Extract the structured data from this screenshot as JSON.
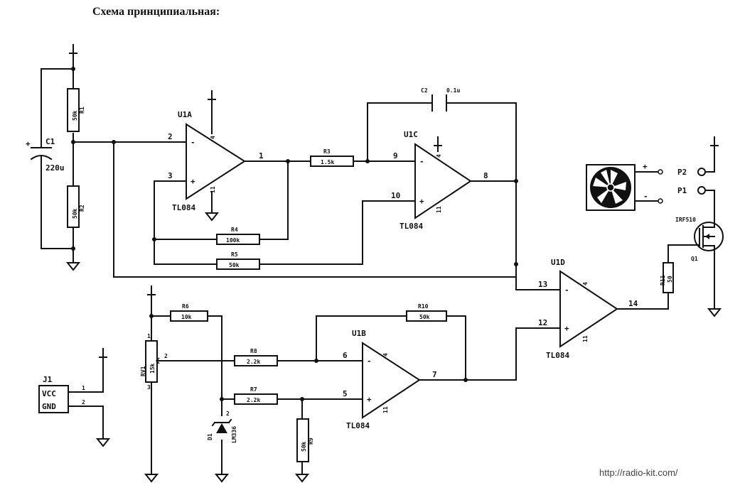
{
  "title": "Схема принципиальная:",
  "footer_url": "http://radio-kit.com/",
  "opamps": [
    {
      "ref": "U1A",
      "type": "TL084",
      "in_minus": "2",
      "in_plus": "3",
      "out": "1"
    },
    {
      "ref": "U1C",
      "type": "TL084",
      "in_minus": "9",
      "in_plus": "10",
      "out": "8"
    },
    {
      "ref": "U1B",
      "type": "TL084",
      "in_minus": "6",
      "in_plus": "5",
      "out": "7"
    },
    {
      "ref": "U1D",
      "type": "TL084",
      "in_minus": "13",
      "in_plus": "12",
      "out": "14"
    }
  ],
  "opamp_supply_pins": {
    "pos": "4",
    "neg": "11"
  },
  "resistors": [
    {
      "ref": "R1",
      "value": "50k"
    },
    {
      "ref": "R2",
      "value": "50k"
    },
    {
      "ref": "R3",
      "value": "1.5k"
    },
    {
      "ref": "R4",
      "value": "100k"
    },
    {
      "ref": "R5",
      "value": "50k"
    },
    {
      "ref": "R6",
      "value": "10k"
    },
    {
      "ref": "R8",
      "value": "2.2k"
    },
    {
      "ref": "R7",
      "value": "2.2k"
    },
    {
      "ref": "R9",
      "value": "50k"
    },
    {
      "ref": "R10",
      "value": "50k"
    },
    {
      "ref": "R11",
      "value": "50"
    }
  ],
  "rv1": {
    "ref": "RV1",
    "value": "15k",
    "pin1": "1",
    "pin2": "2",
    "pin3": "3"
  },
  "c1": {
    "ref": "C1",
    "value": "220u"
  },
  "c2": {
    "ref": "C2",
    "value": "0.1u"
  },
  "d1": {
    "ref": "D1",
    "part": "LM336",
    "pin": "2"
  },
  "q1": {
    "ref": "Q1",
    "part": "IRF510"
  },
  "j1": {
    "ref": "J1",
    "pin1_name": "VCC",
    "pin2_name": "GND",
    "pin1": "1",
    "pin2": "2"
  },
  "fan": {
    "plus": "+",
    "minus": "-"
  },
  "connectors": {
    "p2": "P2",
    "p1": "P1"
  }
}
